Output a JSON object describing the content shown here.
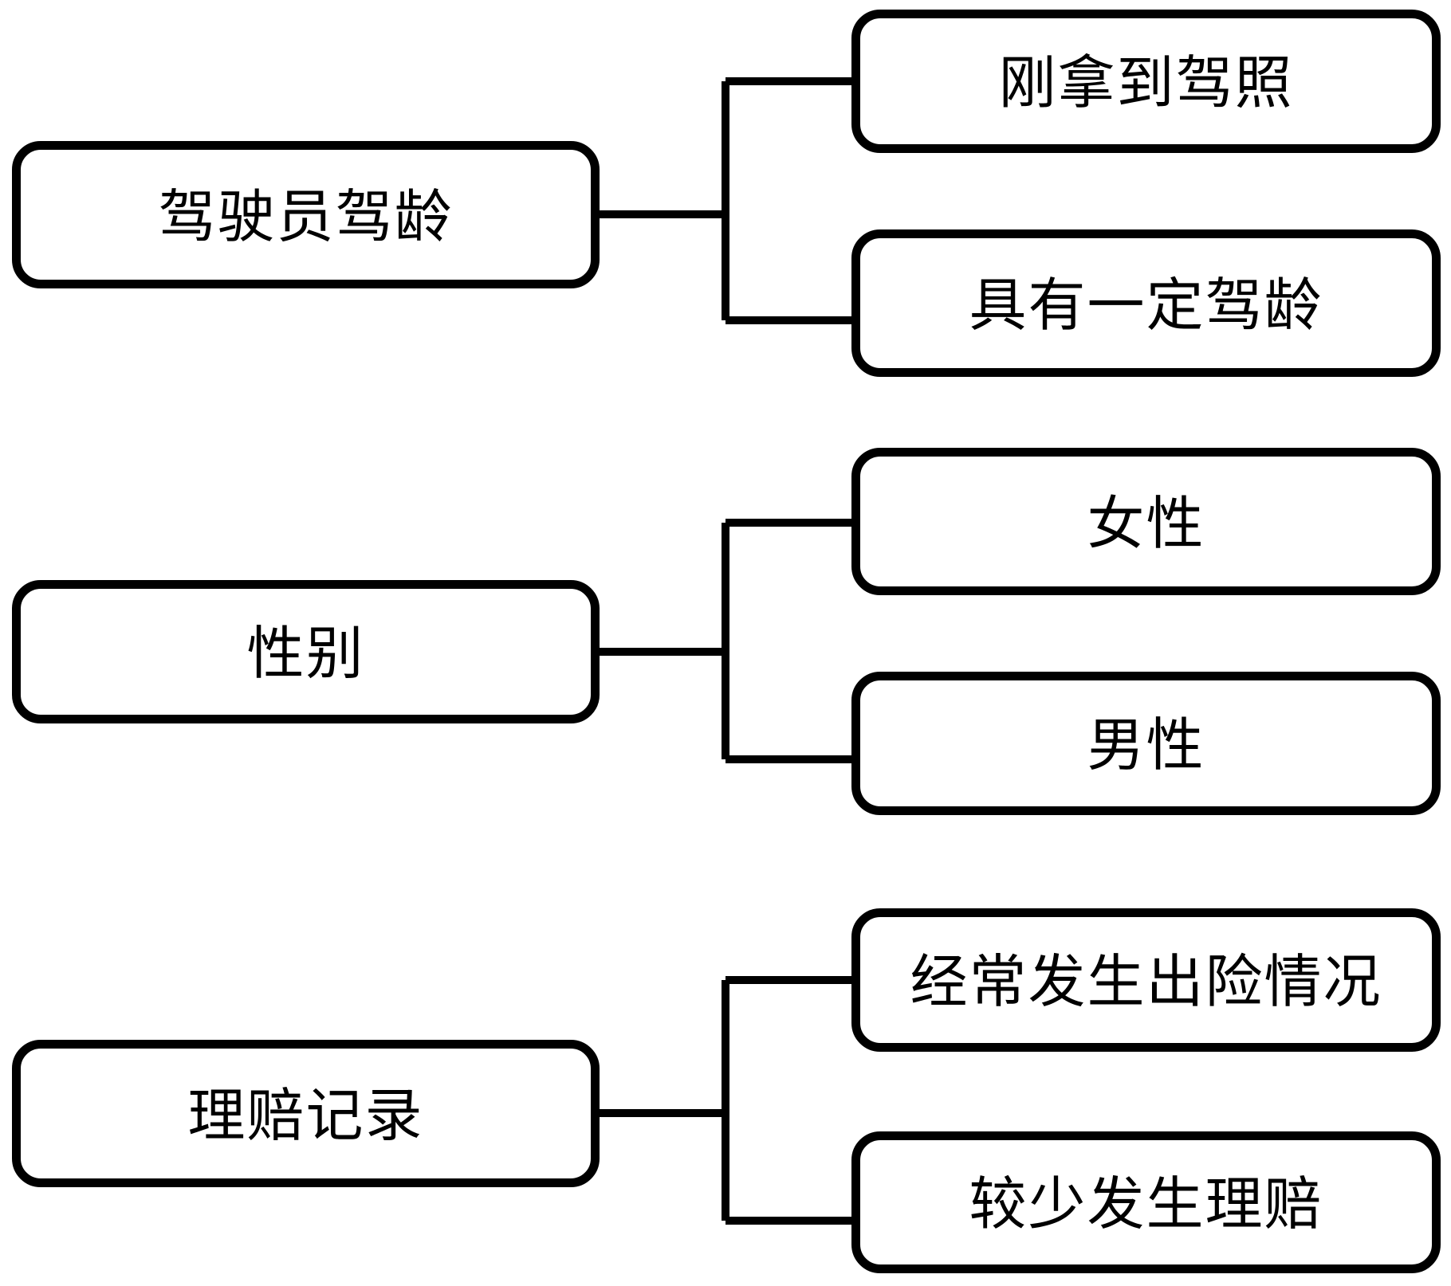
{
  "diagram": {
    "background": "#ffffff",
    "stroke_color": "#000000",
    "box_fill": "#ffffff",
    "groups": [
      {
        "parent": "驾驶员驾龄",
        "children": [
          "刚拿到驾照",
          "具有一定驾龄"
        ]
      },
      {
        "parent": "性别",
        "children": [
          "女性",
          "男性"
        ]
      },
      {
        "parent": "理赔记录",
        "children": [
          "经常发生出险情况",
          "较少发生理赔"
        ]
      }
    ]
  }
}
